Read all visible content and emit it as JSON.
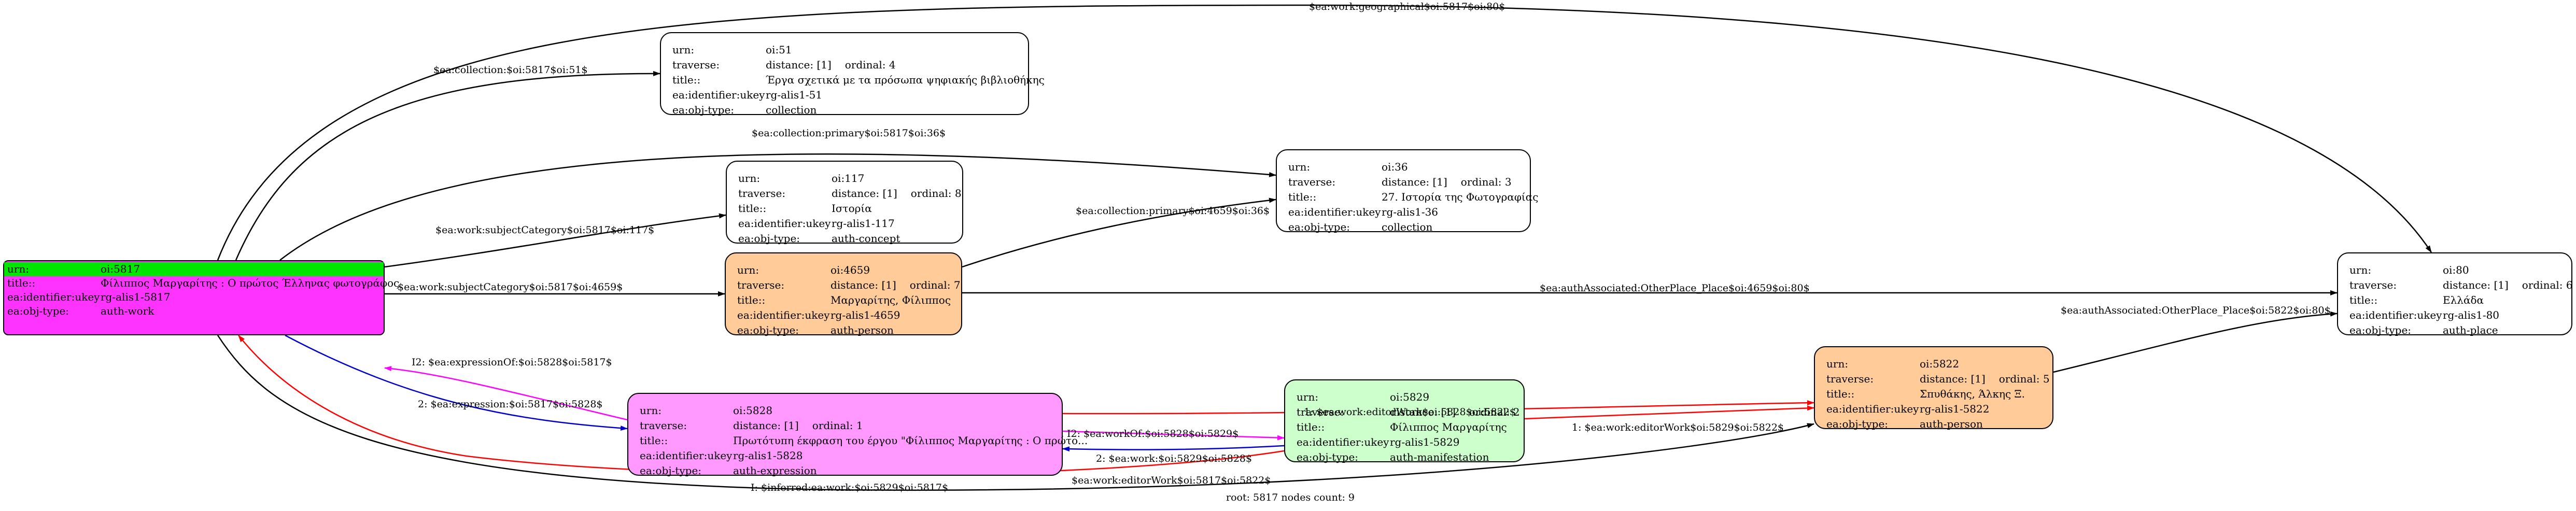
{
  "colors": {
    "root_fill": "#ff33ff",
    "root_highlight": "#00e600",
    "person_fill": "#ffcc99",
    "expression_fill": "#ff99ff",
    "manifestation_fill": "#ccffcc",
    "plain_fill": "#ffffff",
    "edge_default": "#000000",
    "edge_magenta": "#ff00ff",
    "edge_blue": "#0000cc",
    "edge_red": "#ff0000"
  },
  "nodes": [
    {
      "id": "root",
      "urn": "oi:5817",
      "title": "Φίλιππος Μαργαρίτης : Ο πρώτος Έλληνας φωτογράφος",
      "identifier": "rg-alis1-5817",
      "objtype": "auth-work",
      "kind": "root"
    },
    {
      "id": "n51",
      "urn": "oi:51",
      "distance": "distance: [1]",
      "ordinal": "ordinal: 4",
      "title": "Έργα σχετικά με τα πρόσωπα ψηφιακής βιβλιοθήκης",
      "identifier": "rg-alis1-51",
      "objtype": "collection",
      "kind": "plain"
    },
    {
      "id": "n117",
      "urn": "oi:117",
      "distance": "distance: [1]",
      "ordinal": "ordinal: 8",
      "title": "Ιστορία",
      "identifier": "rg-alis1-117",
      "objtype": "auth-concept",
      "kind": "plain"
    },
    {
      "id": "n36",
      "urn": "oi:36",
      "distance": "distance: [1]",
      "ordinal": "ordinal: 3",
      "title": "27. Ιστορία της Φωτογραφίας",
      "identifier": "rg-alis1-36",
      "objtype": "collection",
      "kind": "plain"
    },
    {
      "id": "n4659",
      "urn": "oi:4659",
      "distance": "distance: [1]",
      "ordinal": "ordinal: 7",
      "title": "Μαργαρίτης, Φίλιππος",
      "identifier": "rg-alis1-4659",
      "objtype": "auth-person",
      "kind": "person"
    },
    {
      "id": "n80",
      "urn": "oi:80",
      "distance": "distance: [1]",
      "ordinal": "ordinal: 6",
      "title": "Ελλάδα",
      "identifier": "rg-alis1-80",
      "objtype": "auth-place",
      "kind": "plain"
    },
    {
      "id": "n5828",
      "urn": "oi:5828",
      "distance": "distance: [1]",
      "ordinal": "ordinal: 1",
      "title": "Πρωτότυπη έκφραση του έργου \"Φίλιππος Μαργαρίτης : Ο πρώτο...",
      "identifier": "rg-alis1-5828",
      "objtype": "auth-expression",
      "kind": "expression"
    },
    {
      "id": "n5829",
      "urn": "oi:5829",
      "distance": "distance: [1]",
      "ordinal": "ordinal: 2",
      "title": "Φίλιππος Μαργαρίτης",
      "identifier": "rg-alis1-5829",
      "objtype": "auth-manifestation",
      "kind": "manifestation"
    },
    {
      "id": "n5822",
      "urn": "oi:5822",
      "distance": "distance: [1]",
      "ordinal": "ordinal: 5",
      "title": "Σπυθάκης, Άλκης Ξ.",
      "identifier": "rg-alis1-5822",
      "objtype": "auth-person",
      "kind": "person"
    }
  ],
  "field_labels": {
    "urn": "urn:",
    "traverse": "traverse:",
    "title": "title::",
    "identifier": "ea:identifier:ukey",
    "objtype": "ea:obj-type:"
  },
  "edges": [
    {
      "id": "e-geo",
      "from": "root",
      "to": "n80",
      "label": "$ea:work:geographical$oi:5817$oi:80$",
      "color": "edge_default"
    },
    {
      "id": "e-coll51",
      "from": "root",
      "to": "n51",
      "label": "$ea:collection:$oi:5817$oi:51$",
      "color": "edge_default"
    },
    {
      "id": "e-coll36",
      "from": "root",
      "to": "n36",
      "label": "$ea:collection:primary$oi:5817$oi:36$",
      "color": "edge_default"
    },
    {
      "id": "e-subj117",
      "from": "root",
      "to": "n117",
      "label": "$ea:work:subjectCategory$oi:5817$oi:117$",
      "color": "edge_default"
    },
    {
      "id": "e-subj4659",
      "from": "root",
      "to": "n4659",
      "label": "$ea:work:subjectCategory$oi:5817$oi:4659$",
      "color": "edge_default"
    },
    {
      "id": "e-4659-36",
      "from": "n4659",
      "to": "n36",
      "label": "$ea:collection:primary$oi:4659$oi:36$",
      "color": "edge_default"
    },
    {
      "id": "e-4659-80",
      "from": "n4659",
      "to": "n80",
      "label": "$ea:authAssociated:OtherPlace_Place$oi:4659$oi:80$",
      "color": "edge_default"
    },
    {
      "id": "e-5822-80",
      "from": "n5822",
      "to": "n80",
      "label": "$ea:authAssociated:OtherPlace_Place$oi:5822$oi:80$",
      "color": "edge_default"
    },
    {
      "id": "e-exprof",
      "from": "n5828",
      "to": "root",
      "label": "I2: $ea:expressionOf:$oi:5828$oi:5817$",
      "color": "edge_magenta"
    },
    {
      "id": "e-expr",
      "from": "root",
      "to": "n5828",
      "label": "2: $ea:expression:$oi:5817$oi:5828$",
      "color": "edge_blue"
    },
    {
      "id": "e-workof",
      "from": "n5828",
      "to": "n5829",
      "label": "I2: $ea:workOf:$oi:5828$oi:5829$",
      "color": "edge_magenta"
    },
    {
      "id": "e-work",
      "from": "n5829",
      "to": "n5828",
      "label": "2: $ea:work:$oi:5829$oi:5828$",
      "color": "edge_blue"
    },
    {
      "id": "e-ed5828",
      "from": "n5828",
      "to": "n5822",
      "label": "1: $ea:work:editorWork$oi:5828$oi:5822$",
      "color": "edge_red"
    },
    {
      "id": "e-ed5829",
      "from": "n5829",
      "to": "n5822",
      "label": "1: $ea:work:editorWork$oi:5829$oi:5822$",
      "color": "edge_red"
    },
    {
      "id": "e-inferred",
      "from": "n5829",
      "to": "root",
      "label": "I: $inferred:ea:work:$oi:5829$oi:5817$",
      "color": "edge_red"
    },
    {
      "id": "e-ed5817",
      "from": "root",
      "to": "n5822",
      "label": "$ea:work:editorWork$oi:5817$oi:5822$",
      "color": "edge_default"
    }
  ],
  "footer": "root: 5817 nodes count: 9"
}
